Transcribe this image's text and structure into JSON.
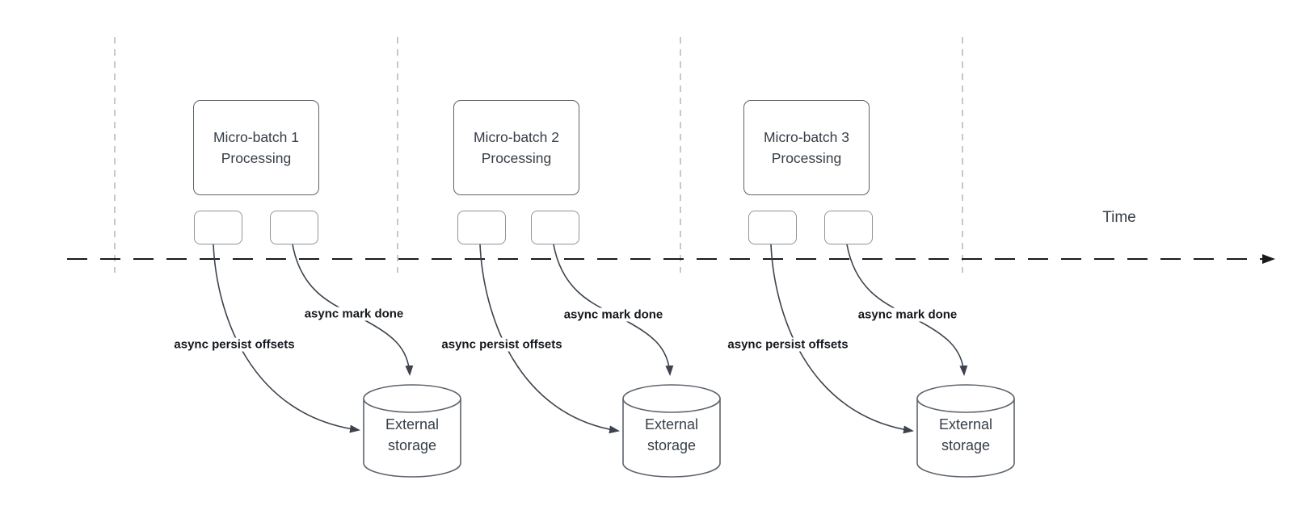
{
  "diagram": {
    "time_axis_label": "Time",
    "groups": [
      {
        "title": "Micro-batch 1",
        "subtitle": "Processing",
        "persist_edge_label": "async persist offsets",
        "mark_edge_label": "async mark done",
        "storage": {
          "line1": "External",
          "line2": "storage"
        }
      },
      {
        "title": "Micro-batch 2",
        "subtitle": "Processing",
        "persist_edge_label": "async persist offsets",
        "mark_edge_label": "async mark done",
        "storage": {
          "line1": "External",
          "line2": "storage"
        }
      },
      {
        "title": "Micro-batch 3",
        "subtitle": "Processing",
        "persist_edge_label": "async persist offsets",
        "mark_edge_label": "async mark done",
        "storage": {
          "line1": "External",
          "line2": "storage"
        }
      }
    ],
    "colors": {
      "node_stroke": "#5c646d",
      "small_node_stroke": "#8f959b",
      "edge": "#3c434c",
      "axis": "#17191c",
      "gridline": "#b4b7ba",
      "node_text": "#363e47",
      "label_text": "#14171c",
      "canvas_bg": "#ffffff"
    }
  }
}
